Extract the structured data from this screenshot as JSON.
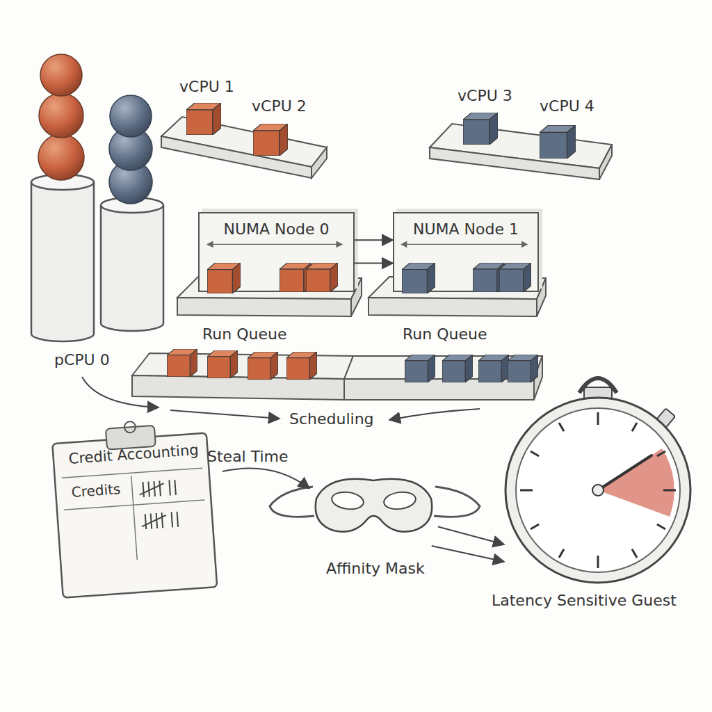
{
  "diagram": {
    "nodes": [
      {
        "text": [
          "NUMA Node 0",
          "Run Queue"
        ]
      },
      {
        "text": [
          "NUMA Node 1",
          "Run Queue"
        ]
      },
      {
        "text": [
          "Credit Accounting",
          "Credits"
        ]
      },
      {
        "text": [
          "Affinity Mask"
        ]
      },
      {
        "text": [
          "Latency Sensitive Guest"
        ]
      }
    ],
    "edges": [
      {
        "from": 0,
        "to": 1,
        "arrow": "to"
      },
      {
        "from": 0,
        "to": 1,
        "arrow": "to"
      },
      {
        "from": 2,
        "to": 3,
        "label": "Steal Time",
        "arrow": "to"
      },
      {
        "from": 3,
        "to": 4,
        "arrow": "to"
      },
      {
        "from": 3,
        "to": 4,
        "arrow": "to"
      }
    ],
    "labels": [
      "vCPU 1",
      "vCPU 2",
      "vCPU 3",
      "vCPU 4",
      "pCPU 0",
      "Scheduling"
    ]
  }
}
